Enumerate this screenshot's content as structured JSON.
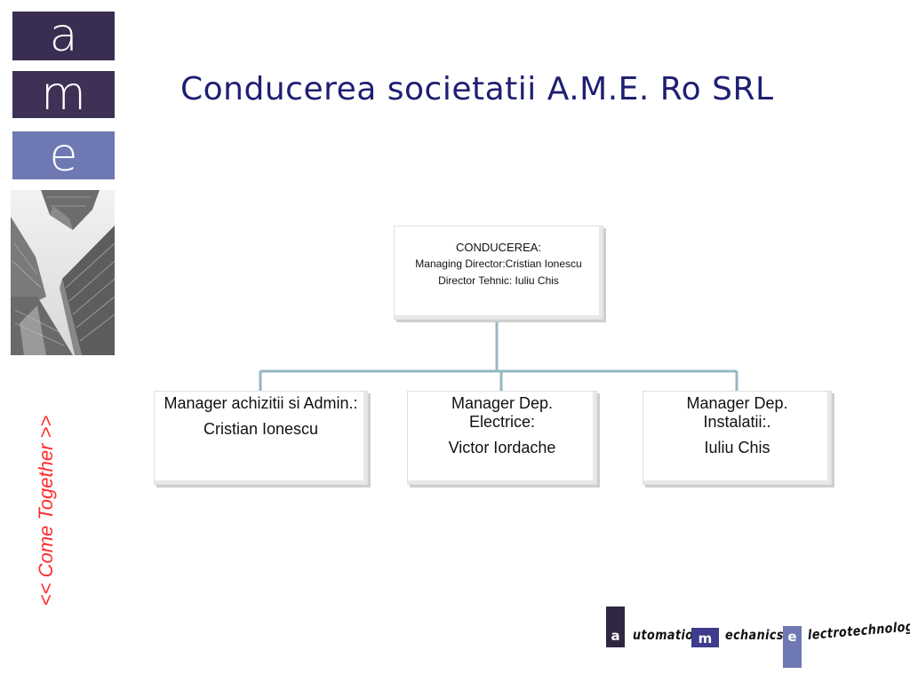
{
  "logo": {
    "letters": [
      "a",
      "m",
      "e"
    ],
    "colors": [
      "#3a2d52",
      "#3f3155",
      "#6e79b3"
    ]
  },
  "title": "Conducerea societatii A.M.E. Ro SRL",
  "tagline": "<< Come Together >>",
  "org_chart": {
    "top": {
      "heading": "CONDUCEREA:",
      "line1": "Managing Director:Cristian Ionescu",
      "line2": "Director Tehnic: Iuliu Chis"
    },
    "managers": [
      {
        "role": "Manager achizitii si Admin.:",
        "name": "Cristian Ionescu"
      },
      {
        "role": "Manager Dep. Electrice:",
        "name": "Victor Iordache"
      },
      {
        "role": "Manager Dep. Instalatii:.",
        "name": "Iuliu Chis"
      }
    ],
    "connector_color": "#96b8c0"
  },
  "footer_logo": {
    "a_letter": "a",
    "a_word": "utomation",
    "m_letter": "m",
    "m_word": "echanics",
    "e_letter": "e",
    "e_word": "lectrotechnology"
  }
}
